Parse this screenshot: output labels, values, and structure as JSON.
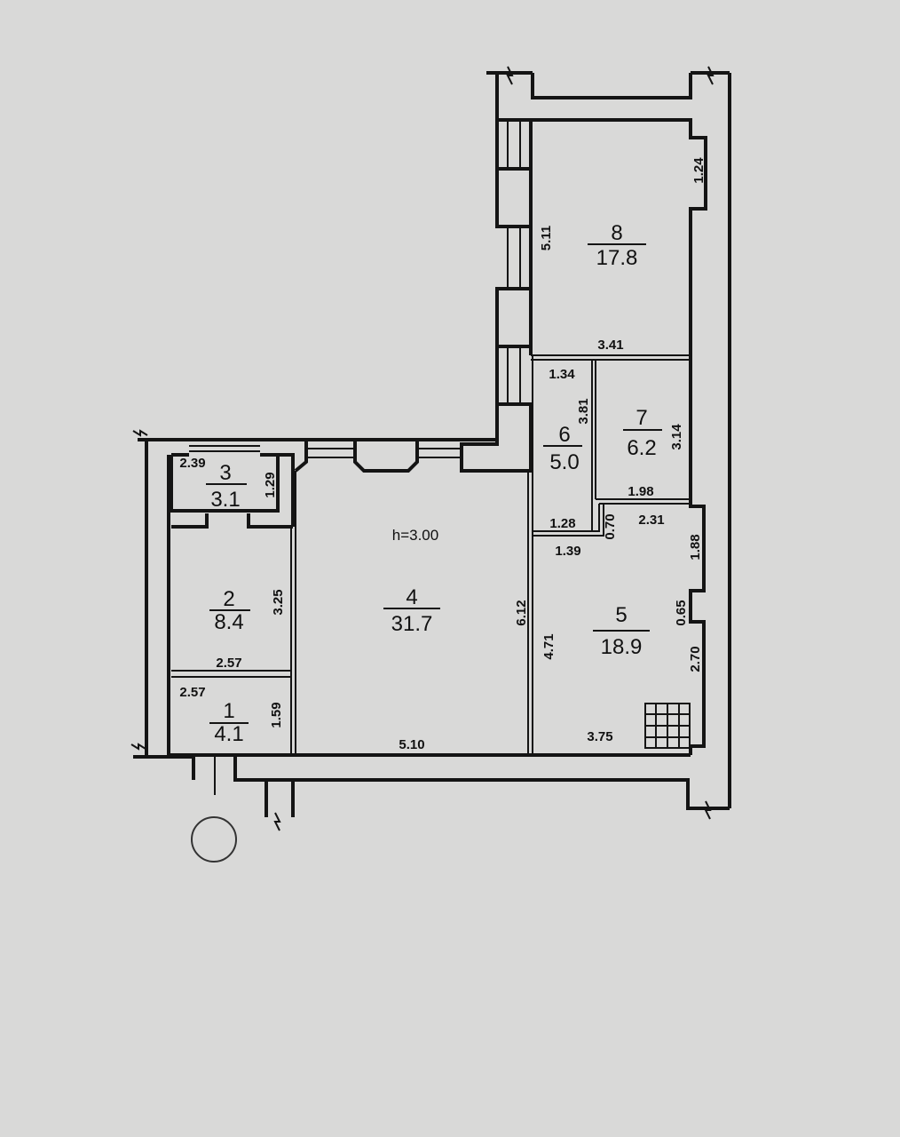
{
  "plan": {
    "ceiling_height": "h=3.00",
    "rooms": [
      {
        "number": "1",
        "area": "4.1"
      },
      {
        "number": "2",
        "area": "8.4"
      },
      {
        "number": "3",
        "area": "3.1"
      },
      {
        "number": "4",
        "area": "31.7"
      },
      {
        "number": "5",
        "area": "18.9"
      },
      {
        "number": "6",
        "area": "5.0"
      },
      {
        "number": "7",
        "area": "6.2"
      },
      {
        "number": "8",
        "area": "17.8"
      }
    ],
    "dimensions": {
      "r8_height": "5.11",
      "r8_notch": "1.24",
      "r8_width": "3.41",
      "r6_top": "1.34",
      "r6_height": "3.81",
      "r6_bottom": "1.28",
      "r7_height": "3.14",
      "r7_bottom": "1.98",
      "r5_top_left": "1.39",
      "r5_step": "0.70",
      "r5_top": "2.31",
      "r5_right_upper": "1.88",
      "r5_notch": "0.65",
      "r5_right_lower": "2.70",
      "r5_left": "4.71",
      "r5_bottom": "3.75",
      "r4_right": "6.12",
      "r4_bottom": "5.10",
      "r3_width": "2.39",
      "r3_height": "1.29",
      "r2_height": "3.25",
      "r2_width": "2.57",
      "r1_width": "2.57",
      "r1_height": "1.59"
    }
  }
}
